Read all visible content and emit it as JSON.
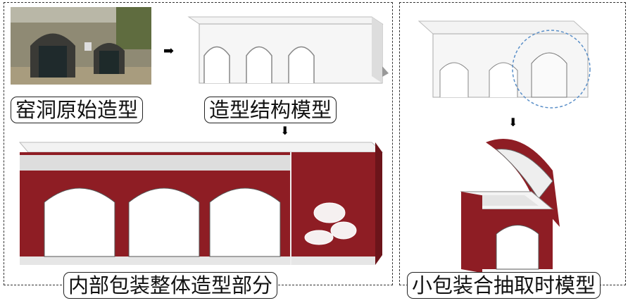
{
  "labels": {
    "original": "窑洞原始造型",
    "structure": "造型结构模型",
    "whole": "内部包装整体造型部分",
    "small": "小包装合抽取时模型"
  },
  "colors": {
    "box_red": "#8e1d24",
    "circle_blue": "#5a8fc8"
  }
}
